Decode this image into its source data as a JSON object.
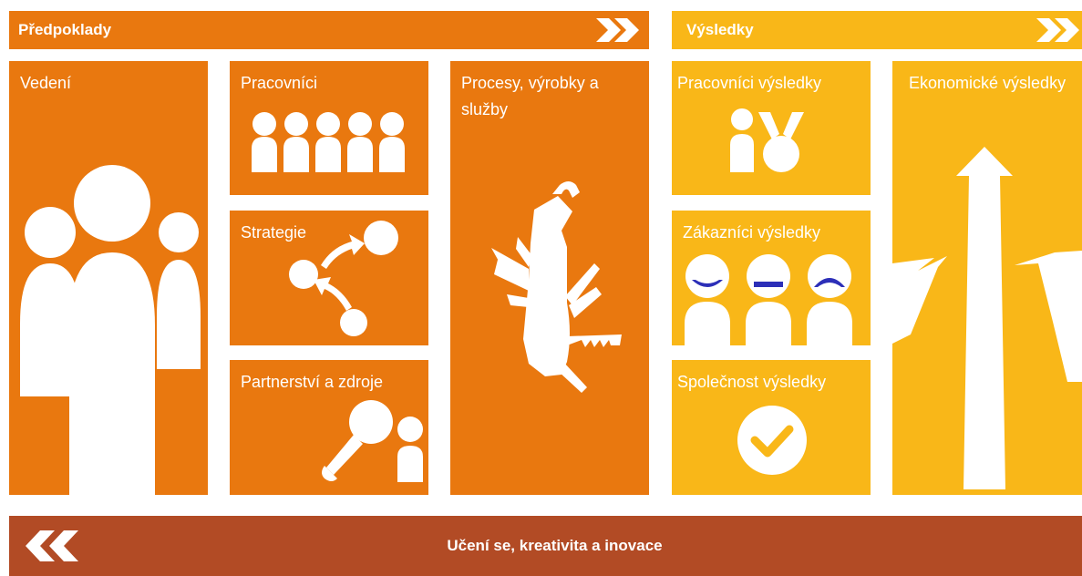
{
  "colors": {
    "orange": "#E9780F",
    "yellow": "#F9B718",
    "rust": "#B24B25",
    "face_blue": "#2C2FB8"
  },
  "enablers": {
    "title": "Předpoklady",
    "icon": "double-chevron-right-icon",
    "tiles": {
      "leadership": {
        "label": "Vedení",
        "icon": "people-group-icon"
      },
      "people": {
        "label": "Pracovníci",
        "icon": "people-row-icon"
      },
      "strategy": {
        "label": "Strategie",
        "icon": "strategy-arrows-icon"
      },
      "partnerships": {
        "label": "Partnerství a zdroje",
        "icon": "magnifier-person-icon"
      },
      "processes": {
        "label": "Procesy, výrobky a služby",
        "icon": "pocket-knife-icon"
      }
    }
  },
  "results": {
    "title": "Výsledky",
    "icon": "double-chevron-right-icon",
    "tiles": {
      "people_results": {
        "label": "Pracovníci výsledky",
        "icon": "person-medal-icon"
      },
      "customer_results": {
        "label": "Zákazníci výsledky",
        "icon": "customer-faces-icon"
      },
      "society_results": {
        "label": "Společnost výsledky",
        "icon": "checkmark-circle-icon"
      },
      "business_results": {
        "label": "Ekonomické výsledky",
        "icon": "arrows-up-icon"
      }
    }
  },
  "learning": {
    "title": "Učení se, kreativita a inovace",
    "icon": "double-chevron-left-icon"
  }
}
